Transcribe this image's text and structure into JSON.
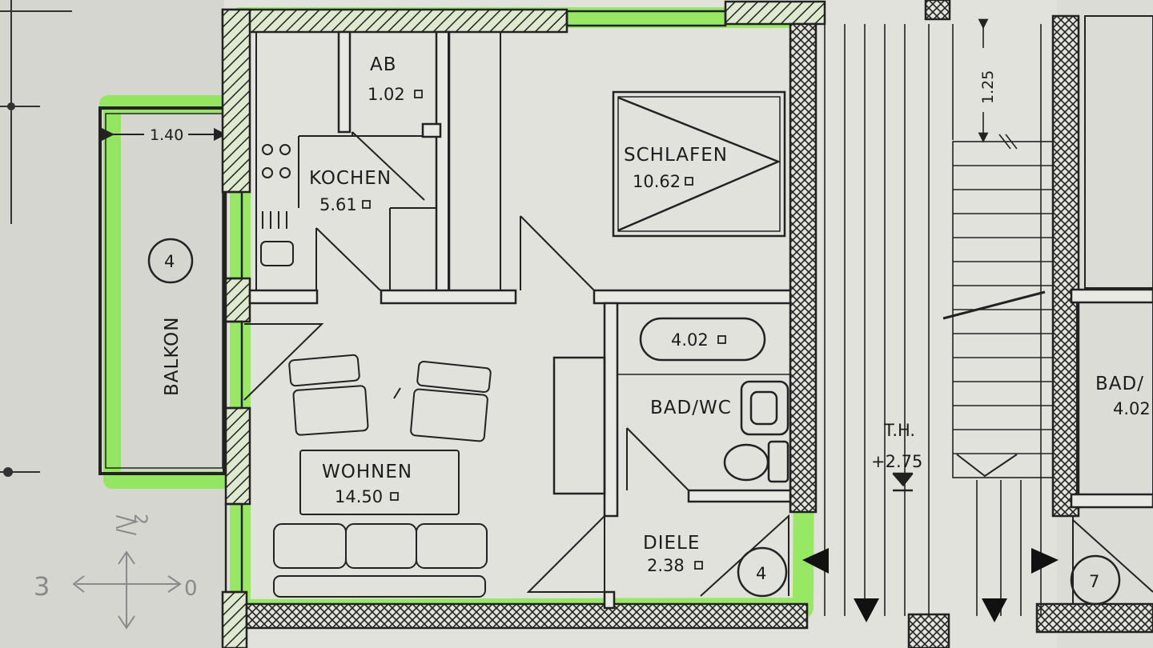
{
  "rooms": {
    "ab": {
      "name": "AB",
      "area": "1.02"
    },
    "kochen": {
      "name": "KOCHEN",
      "area": "5.61"
    },
    "schlafen": {
      "name": "SCHLAFEN",
      "area": "10.62"
    },
    "bad": {
      "name": "BAD/WC",
      "area": "4.02"
    },
    "wohnen": {
      "name": "WOHNEN",
      "area": "14.50"
    },
    "diele": {
      "name": "DIELE",
      "area": "2.38"
    },
    "balkon": {
      "name": "BALKON"
    },
    "neighbor_bad": {
      "name": "BAD/",
      "area": "4.02"
    }
  },
  "markers": {
    "unit": "4",
    "neighbor_unit": "7"
  },
  "dimensions": {
    "balkon_width": "1.40",
    "stair_width": "1.25"
  },
  "stair": {
    "code": "T.H.",
    "level": "+2.75"
  },
  "handwriting": {
    "left": "3",
    "right": "0",
    "top": "2"
  },
  "colors": {
    "highlight": "#7dea3a",
    "ink": "#1c1c1c",
    "paper": "#e4e4e0"
  }
}
